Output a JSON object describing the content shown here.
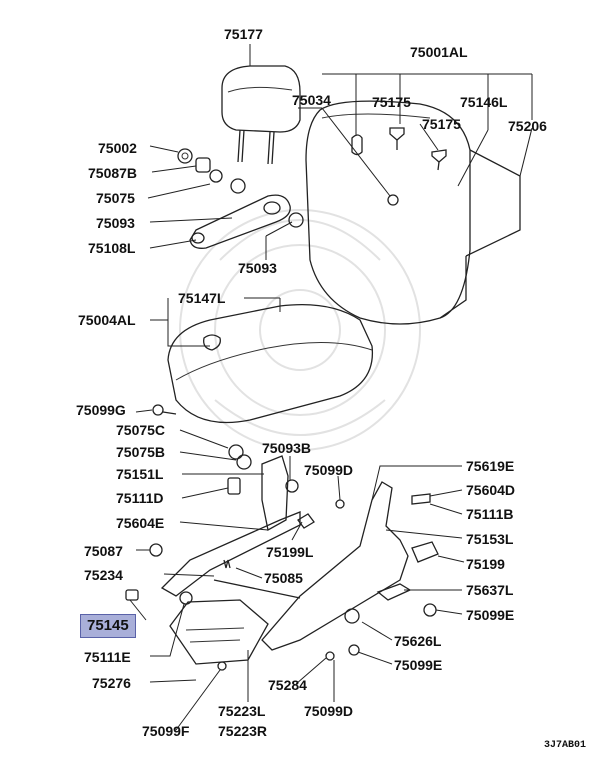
{
  "labels": {
    "p75177": "75177",
    "p75001al": "75001AL",
    "p75034": "75034",
    "p75175a": "75175",
    "p75146l": "75146L",
    "p75175b": "75175",
    "p75206": "75206",
    "p75002": "75002",
    "p75087b": "75087B",
    "p75075": "75075",
    "p75093a": "75093",
    "p75108l": "75108L",
    "p75093b": "75093",
    "p75147l": "75147L",
    "p75004al": "75004AL",
    "p75099g": "75099G",
    "p75075c": "75075C",
    "p75075b": "75075B",
    "p75093bb": "75093B",
    "p75151l": "75151L",
    "p75099d_a": "75099D",
    "p75619e": "75619E",
    "p75111d": "75111D",
    "p75604d": "75604D",
    "p75111b": "75111B",
    "p75604e": "75604E",
    "p75153l": "75153L",
    "p75087": "75087",
    "p75199l": "75199L",
    "p75199": "75199",
    "p75234": "75234",
    "p75085": "75085",
    "p75637l": "75637L",
    "p75145": "75145",
    "p75099e_a": "75099E",
    "p75626l": "75626L",
    "p75111e": "75111E",
    "p75099e_b": "75099E",
    "p75276": "75276",
    "p75284": "75284",
    "p75223l": "75223L",
    "p75099f": "75099F",
    "p75223r": "75223R",
    "p75099d_b": "75099D"
  },
  "highlight_color": "#a9afd9",
  "diagram_code": "3J7AB01"
}
